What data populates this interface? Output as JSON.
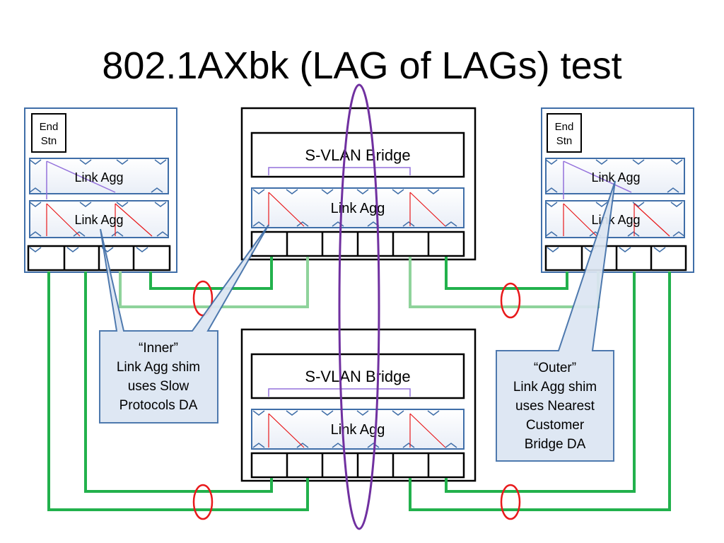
{
  "title": "802.1AXbk (LAG of LAGs) test",
  "left_station": {
    "end_label_1": "End",
    "end_label_2": "Stn",
    "layer1_label": "Link Agg",
    "layer2_label": "Link Agg"
  },
  "right_station": {
    "end_label_1": "End",
    "end_label_2": "Stn",
    "layer1_label": "Link Agg",
    "layer2_label": "Link Agg"
  },
  "top_bridge": {
    "label": "S-VLAN Bridge",
    "agg_label": "Link Agg"
  },
  "bottom_bridge": {
    "label": "S-VLAN Bridge",
    "agg_label": "Link Agg"
  },
  "inner_callout": [
    "“Inner”",
    "Link Agg shim",
    "uses Slow",
    "Protocols DA"
  ],
  "outer_callout": [
    "“Outer”",
    "Link Agg shim",
    "uses Nearest",
    "Customer",
    "Bridge DA"
  ],
  "colors": {
    "link_green": "#22b14c",
    "lag_red": "#e8191b",
    "outer_lag_purple": "#7030a0",
    "station_blue": "#3f6ea8",
    "callout_fill": "#dce6f2",
    "shim_purple": "#9370db"
  }
}
